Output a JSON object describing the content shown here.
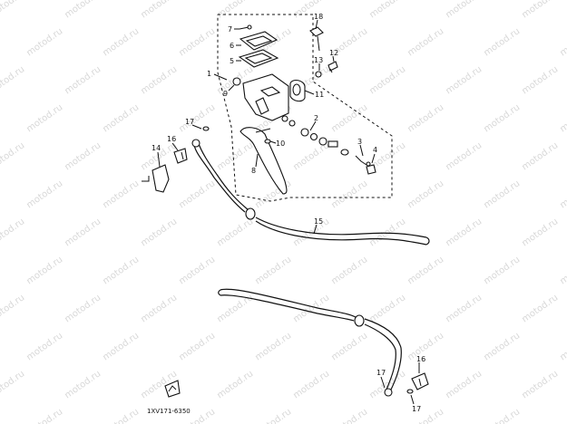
{
  "watermark": "motod.ru",
  "diagram_code": "1XV171-6350",
  "callouts": {
    "n1": "1",
    "n2": "2",
    "n3": "3",
    "n4": "4",
    "n5": "5",
    "n6": "6",
    "n7": "7",
    "n8": "8",
    "n9": "9",
    "n10": "10",
    "n11": "11",
    "n12": "12",
    "n13": "13",
    "n14": "14",
    "n15": "15",
    "n16a": "16",
    "n16b": "16",
    "n17a": "17",
    "n17b": "17",
    "n17c": "17",
    "n18": "18"
  }
}
